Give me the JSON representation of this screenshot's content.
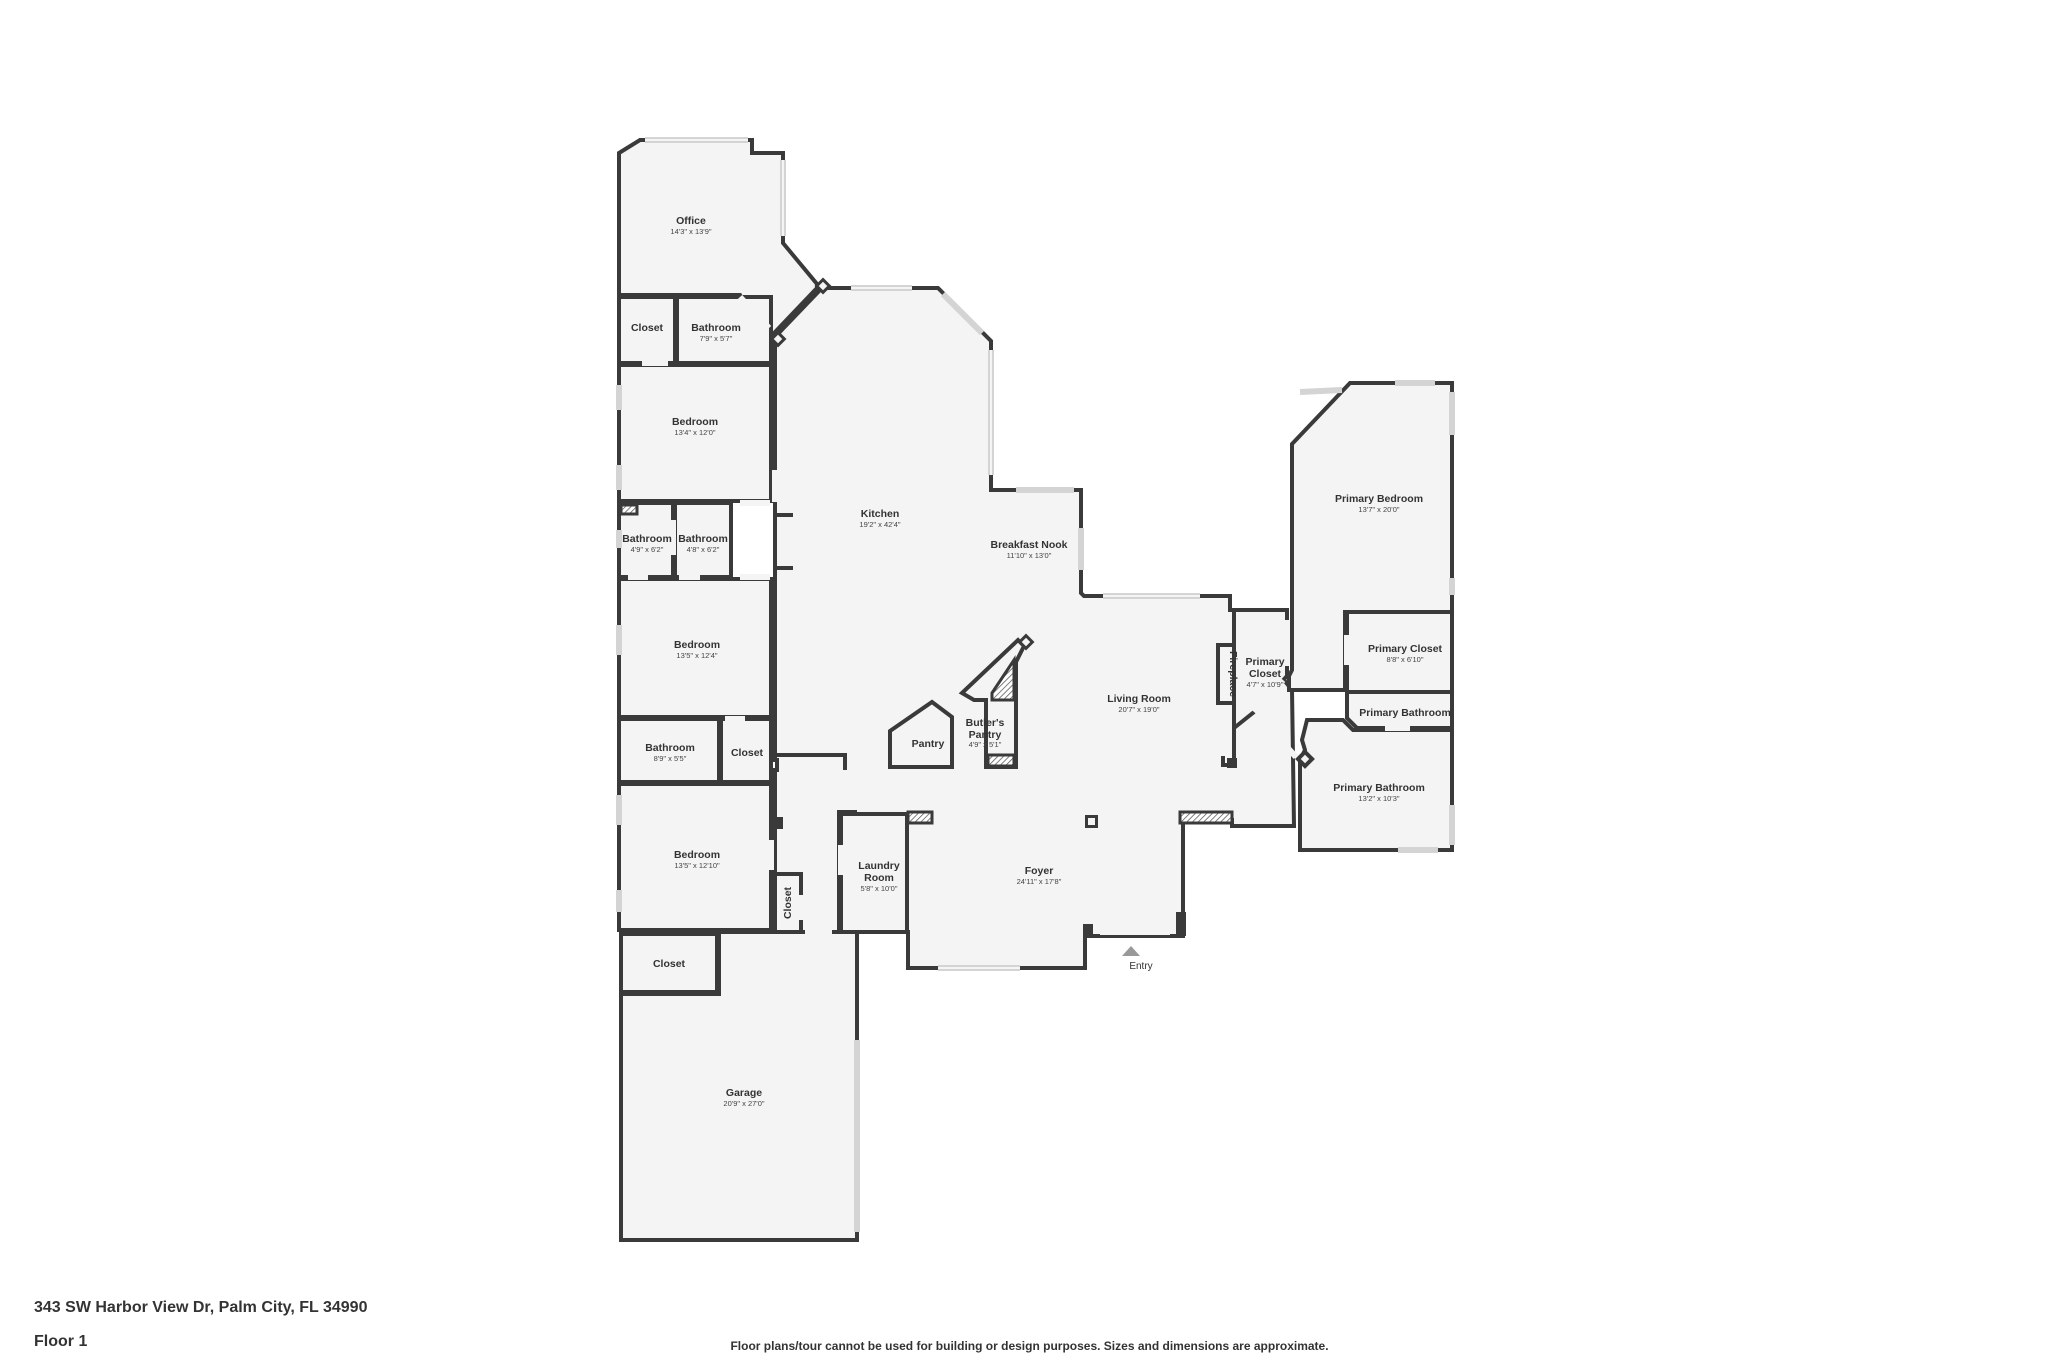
{
  "property": {
    "address": "343 SW Harbor View Dr, Palm City, FL 34990",
    "floor": "Floor 1",
    "disclaimer": "Floor plans/tour cannot be used for building or design purposes. Sizes and dimensions are approximate."
  },
  "entry_label": "Entry",
  "rooms": {
    "office": {
      "name": "Office",
      "dim": "14'3\" x 13'9\""
    },
    "closet_top": {
      "name": "Closet"
    },
    "bathroom_top": {
      "name": "Bathroom",
      "dim": "7'9\" x 5'7\""
    },
    "bedroom_1": {
      "name": "Bedroom",
      "dim": "13'4\" x 12'0\""
    },
    "bathroom_small_a": {
      "name": "Bathroom",
      "dim": "4'9\" x 6'2\""
    },
    "bathroom_small_b": {
      "name": "Bathroom",
      "dim": "4'8\" x 6'2\""
    },
    "bedroom_2": {
      "name": "Bedroom",
      "dim": "13'5\" x 12'4\""
    },
    "bathroom_mid": {
      "name": "Bathroom",
      "dim": "8'9\" x 5'5\""
    },
    "closet_mid": {
      "name": "Closet"
    },
    "bedroom_3": {
      "name": "Bedroom",
      "dim": "13'5\" x 12'10\""
    },
    "closet_vertical": {
      "name": "Closet"
    },
    "closet_garage": {
      "name": "Closet"
    },
    "garage": {
      "name": "Garage",
      "dim": "20'9\" x 27'0\""
    },
    "kitchen": {
      "name": "Kitchen",
      "dim": "19'2\" x 42'4\""
    },
    "breakfast_nook": {
      "name": "Breakfast Nook",
      "dim": "11'10\" x 13'0\""
    },
    "pantry": {
      "name": "Pantry"
    },
    "butlers_pantry": {
      "name_line1": "Butler's",
      "name_line2": "Pantry",
      "dim": "4'9\" x 5'1\""
    },
    "living_room": {
      "name": "Living Room",
      "dim": "20'7\" x 19'0\""
    },
    "fireplace": {
      "name": "Fireplace"
    },
    "primary_closet_a": {
      "name_line1": "Primary",
      "name_line2": "Closet",
      "dim": "4'7\" x 10'9\""
    },
    "primary_bedroom": {
      "name": "Primary Bedroom",
      "dim": "13'7\" x 20'0\""
    },
    "primary_closet_b": {
      "name": "Primary Closet",
      "dim": "8'8\" x 6'10\""
    },
    "primary_bathroom_small": {
      "name": "Primary Bathroom"
    },
    "primary_bathroom": {
      "name": "Primary Bathroom",
      "dim": "13'2\" x 10'3\""
    },
    "laundry_room": {
      "name_line1": "Laundry",
      "name_line2": "Room",
      "dim": "5'8\" x 10'0\""
    },
    "foyer": {
      "name": "Foyer",
      "dim": "24'11\" x 17'8\""
    }
  }
}
